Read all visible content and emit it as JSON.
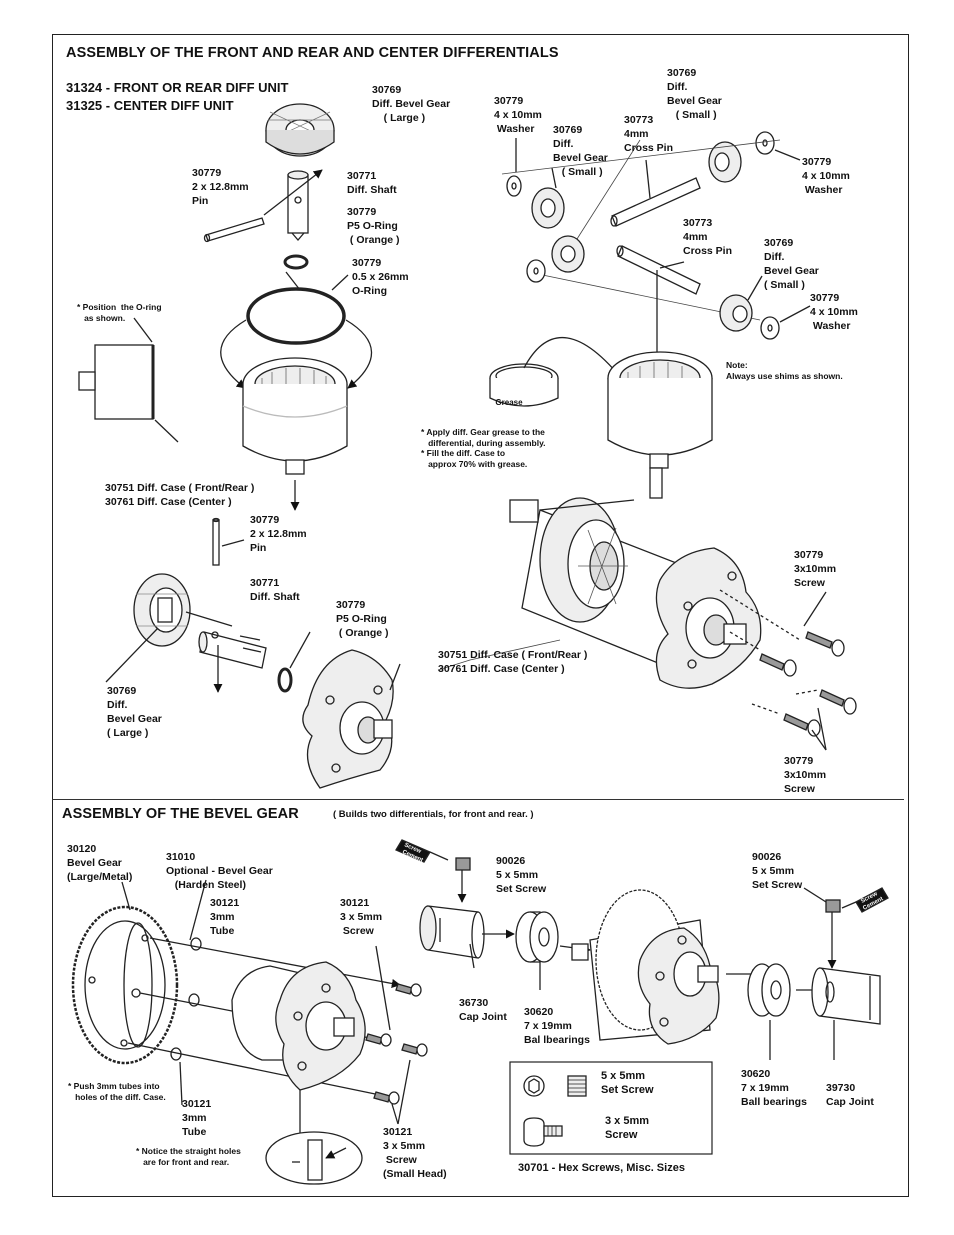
{
  "titles": {
    "diff_assembly": "ASSEMBLY OF THE FRONT AND REAR AND CENTER DIFFERENTIALS",
    "unit_front_rear": "31324 - FRONT OR REAR DIFF UNIT",
    "unit_center": "31325 - CENTER DIFF UNIT",
    "bevel_assembly": "ASSEMBLY OF THE BEVEL GEAR",
    "bevel_note": "( Builds two differentials, for front and rear. )"
  },
  "labels": {
    "a1": "30769\nDiff. Bevel Gear\n    ( Large )",
    "a2": "30779\n2 x 12.8mm\nPin",
    "a3": "30771\nDiff. Shaft",
    "a4": "30779\nP5 O-Ring\n ( Orange )",
    "a5": "30779\n0.5 x 26mm\nO-Ring",
    "a6": "30751 Diff. Case ( Front/Rear )\n30761 Diff. Case (Center )",
    "a7": "30779\n2 x 12.8mm\nPin",
    "a8": "30771\nDiff. Shaft",
    "a9": "30779\nP5 O-Ring\n ( Orange )",
    "a10": "30769\nDiff.\nBevel Gear\n( Large )",
    "a11": "30751 Diff. Case ( Front/Rear )\n30761 Diff. Case (Center )",
    "b1": "30779\n4 x 10mm\n Washer",
    "b2": "30769\nDiff.\nBevel Gear\n   ( Small )",
    "b3": "30773\n4mm\nCross Pin",
    "b4": "30769\nDiff.\nBevel Gear\n   ( Small )",
    "b5": "30779\n4 x 10mm\n Washer",
    "b6": "30773\n4mm\nCross Pin",
    "b7": "30769\nDiff.\nBevel Gear\n( Small )",
    "b8": "30779\n4 x 10mm\n Washer",
    "b9": "30779\n3x10mm\nScrew",
    "b10": "30779\n3x10mm\nScrew",
    "c1": "30120\nBevel Gear\n(Large/Metal)",
    "c2": "31010\nOptional - Bevel Gear\n   (Harden Steel)",
    "c3": "30121\n3mm\nTube",
    "c4": "30121\n3 x 5mm\n Screw",
    "c5": "30121\n3mm\nTube",
    "c6": "30121\n3 x 5mm\n Screw\n(Small Head)",
    "c7": "90026\n5 x 5mm\nSet Screw",
    "c8": "36730\nCap Joint",
    "c9": "30620\n7 x 19mm\nBal lbearings",
    "c10": "90026\n5 x 5mm\nSet Screw",
    "c11": "30620\n7 x 19mm\nBall bearings",
    "c12": "39730\nCap Joint"
  },
  "notes": {
    "oring_note": "* Position  the O-ring\n   as shown.",
    "shims_note": "Note:\nAlways use shims as shown.",
    "grease_note": "* Apply diff. Gear grease to the\n   differential, during assembly.\n* Fill the diff. Case to\n   approx 70% with grease.",
    "tubes_note": "* Push 3mm tubes into\n   holes of the diff. Case.",
    "holes_note": "* Notice the straight holes\n   are for front and rear."
  },
  "grease_label": "Grease",
  "screw_cement": "Screw\nCement",
  "hex_box": {
    "set_screw": "5 x 5mm\nSet Screw",
    "screw": "3 x 5mm\nScrew",
    "caption": "30701 - Hex Screws, Misc. Sizes"
  }
}
